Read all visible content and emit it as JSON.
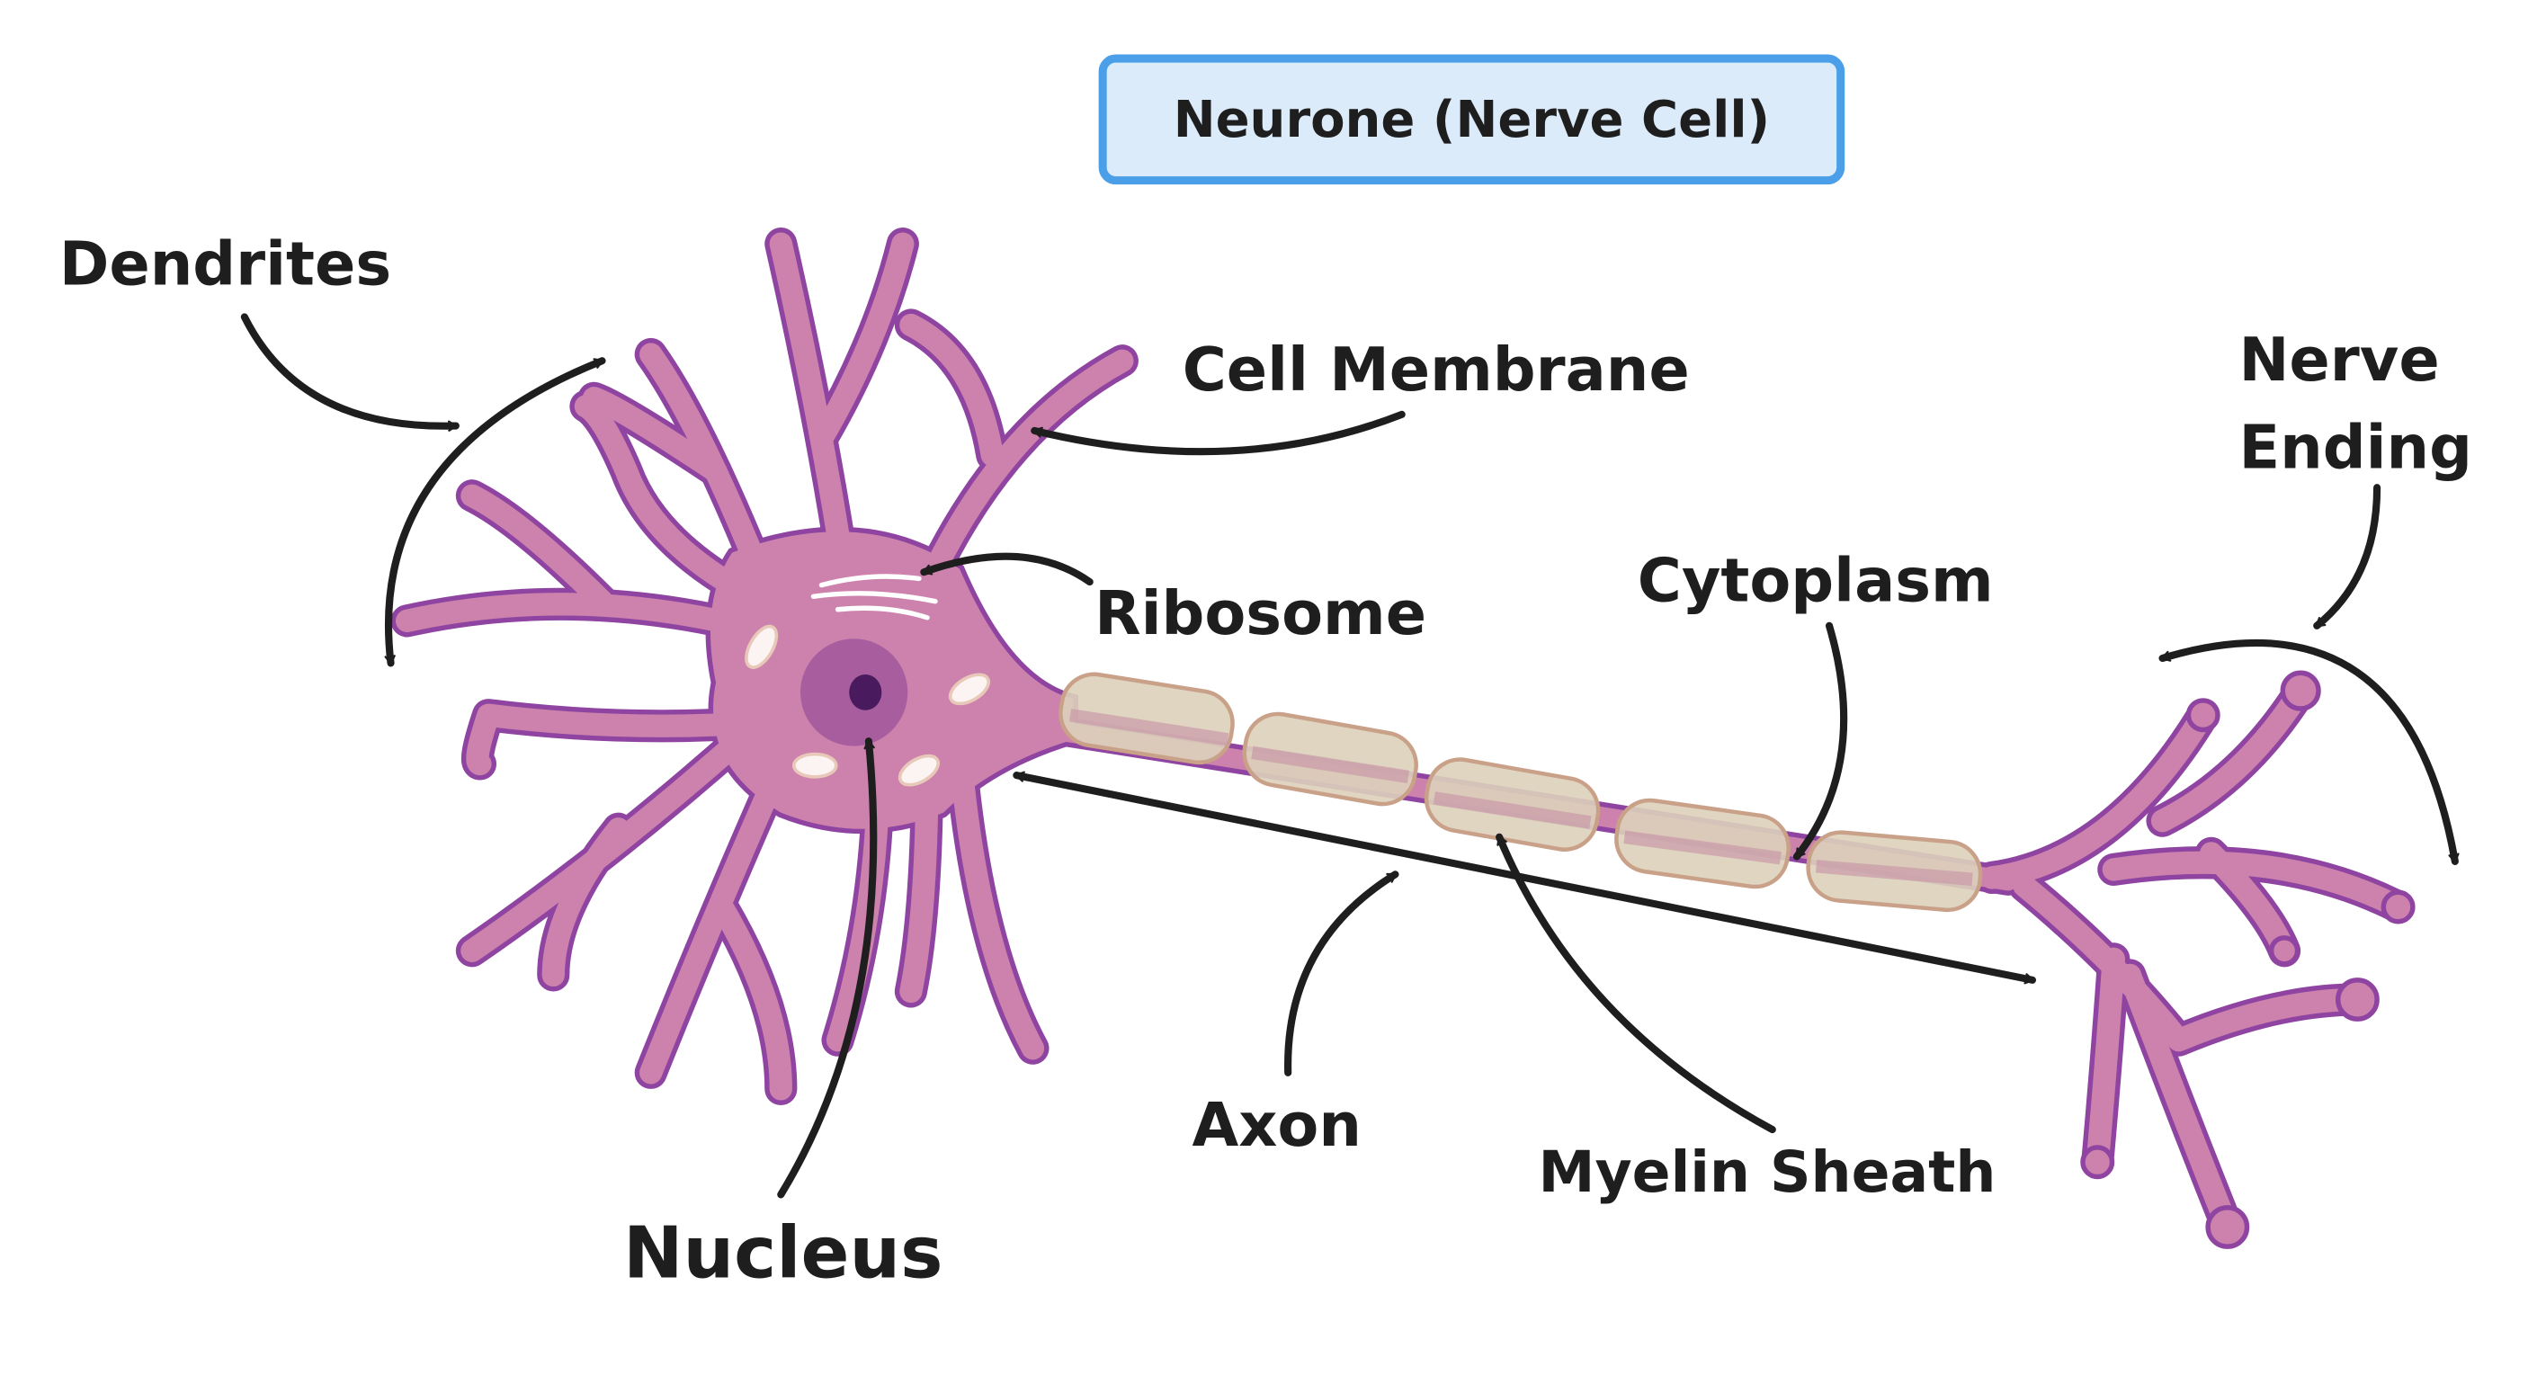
{
  "title": "Neurone (Nerve Cell)",
  "labels": {
    "dendrites": "Dendrites",
    "cell_membrane": "Cell Membrane",
    "nerve_ending_line1": "Nerve",
    "nerve_ending_line2": "Ending",
    "ribosome": "Ribosome",
    "cytoplasm": "Cytoplasm",
    "axon": "Axon",
    "myelin_sheath": "Myelin Sheath",
    "nucleus": "Nucleus"
  },
  "colors": {
    "cell_body": "#CC82AC",
    "membrane": "#8E44A0",
    "nucleus": "#A85E9E",
    "nucleolus": "#4A1A5E",
    "myelin": "#E0D6C0",
    "title_border": "#4A9FE8",
    "title_fill": "#DCEBF9"
  }
}
